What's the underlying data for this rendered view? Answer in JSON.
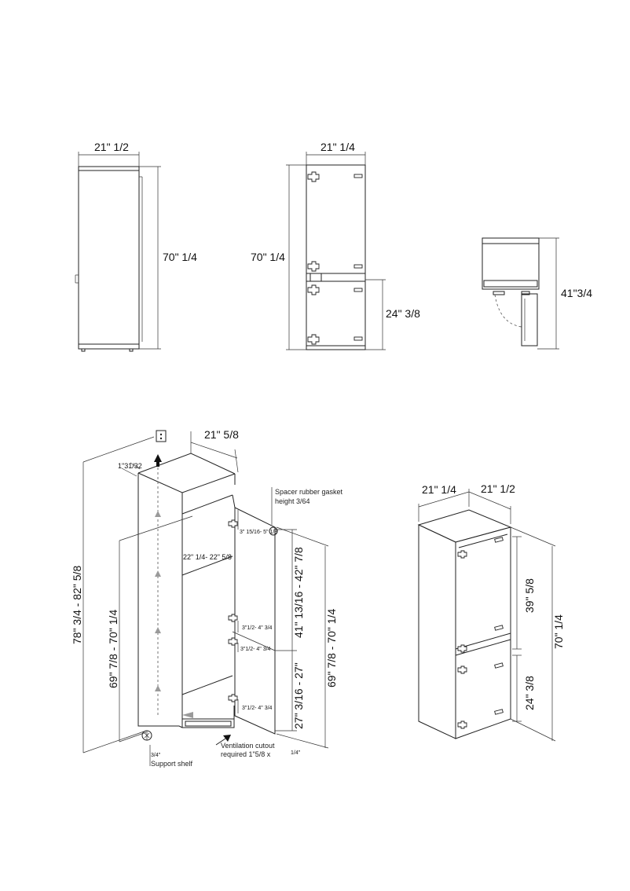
{
  "top_views": {
    "side": {
      "width": "21\" 1/2",
      "height": "70\" 1/4"
    },
    "front": {
      "width": "21\" 1/4",
      "height": "70\" 1/4",
      "lower_height": "24\" 3/8"
    },
    "plan": {
      "depth": "41\"3/4"
    }
  },
  "installation": {
    "overall_height": "78\" 3/4 - 82\" 5/8",
    "niche_height": "69\" 7/8 - 70\" 1/4",
    "top_width": "21\" 5/8",
    "top_gap": "1\"31/32",
    "inner_width": "22\" 1/4- 22\" 5/8",
    "upper_hinge_range": "3\" 15/16- 5\" 1/8",
    "mid_hinge_range_1": "3\"1/2- 4\" 3/4",
    "mid_hinge_range_2": "3\"1/2- 4\" 3/4",
    "low_hinge_range": "3\"1/2- 4\" 3/4",
    "upper_door_height": "41\" 13/16 - 42\" 7/8",
    "lower_door_height": "27\" 3/16 - 27\"",
    "door_total_height": "69\" 7/8 - 70\" 1/4",
    "gasket_note_line1": "Spacer rubber gasket",
    "gasket_note_line2": "height 3/64",
    "vent_note_line1": "Ventilation cutout",
    "vent_note_line2": "required 1\"5/8 x",
    "vent_note_suffix": "1/4\"",
    "support_size": "3/4\"",
    "support_label": "Support shelf"
  },
  "iso_view": {
    "width_left": "21\" 1/4",
    "width_right": "21\" 1/2",
    "upper_height": "39\" 5/8",
    "lower_height": "24\" 3/8",
    "total_height": "70\" 1/4"
  }
}
